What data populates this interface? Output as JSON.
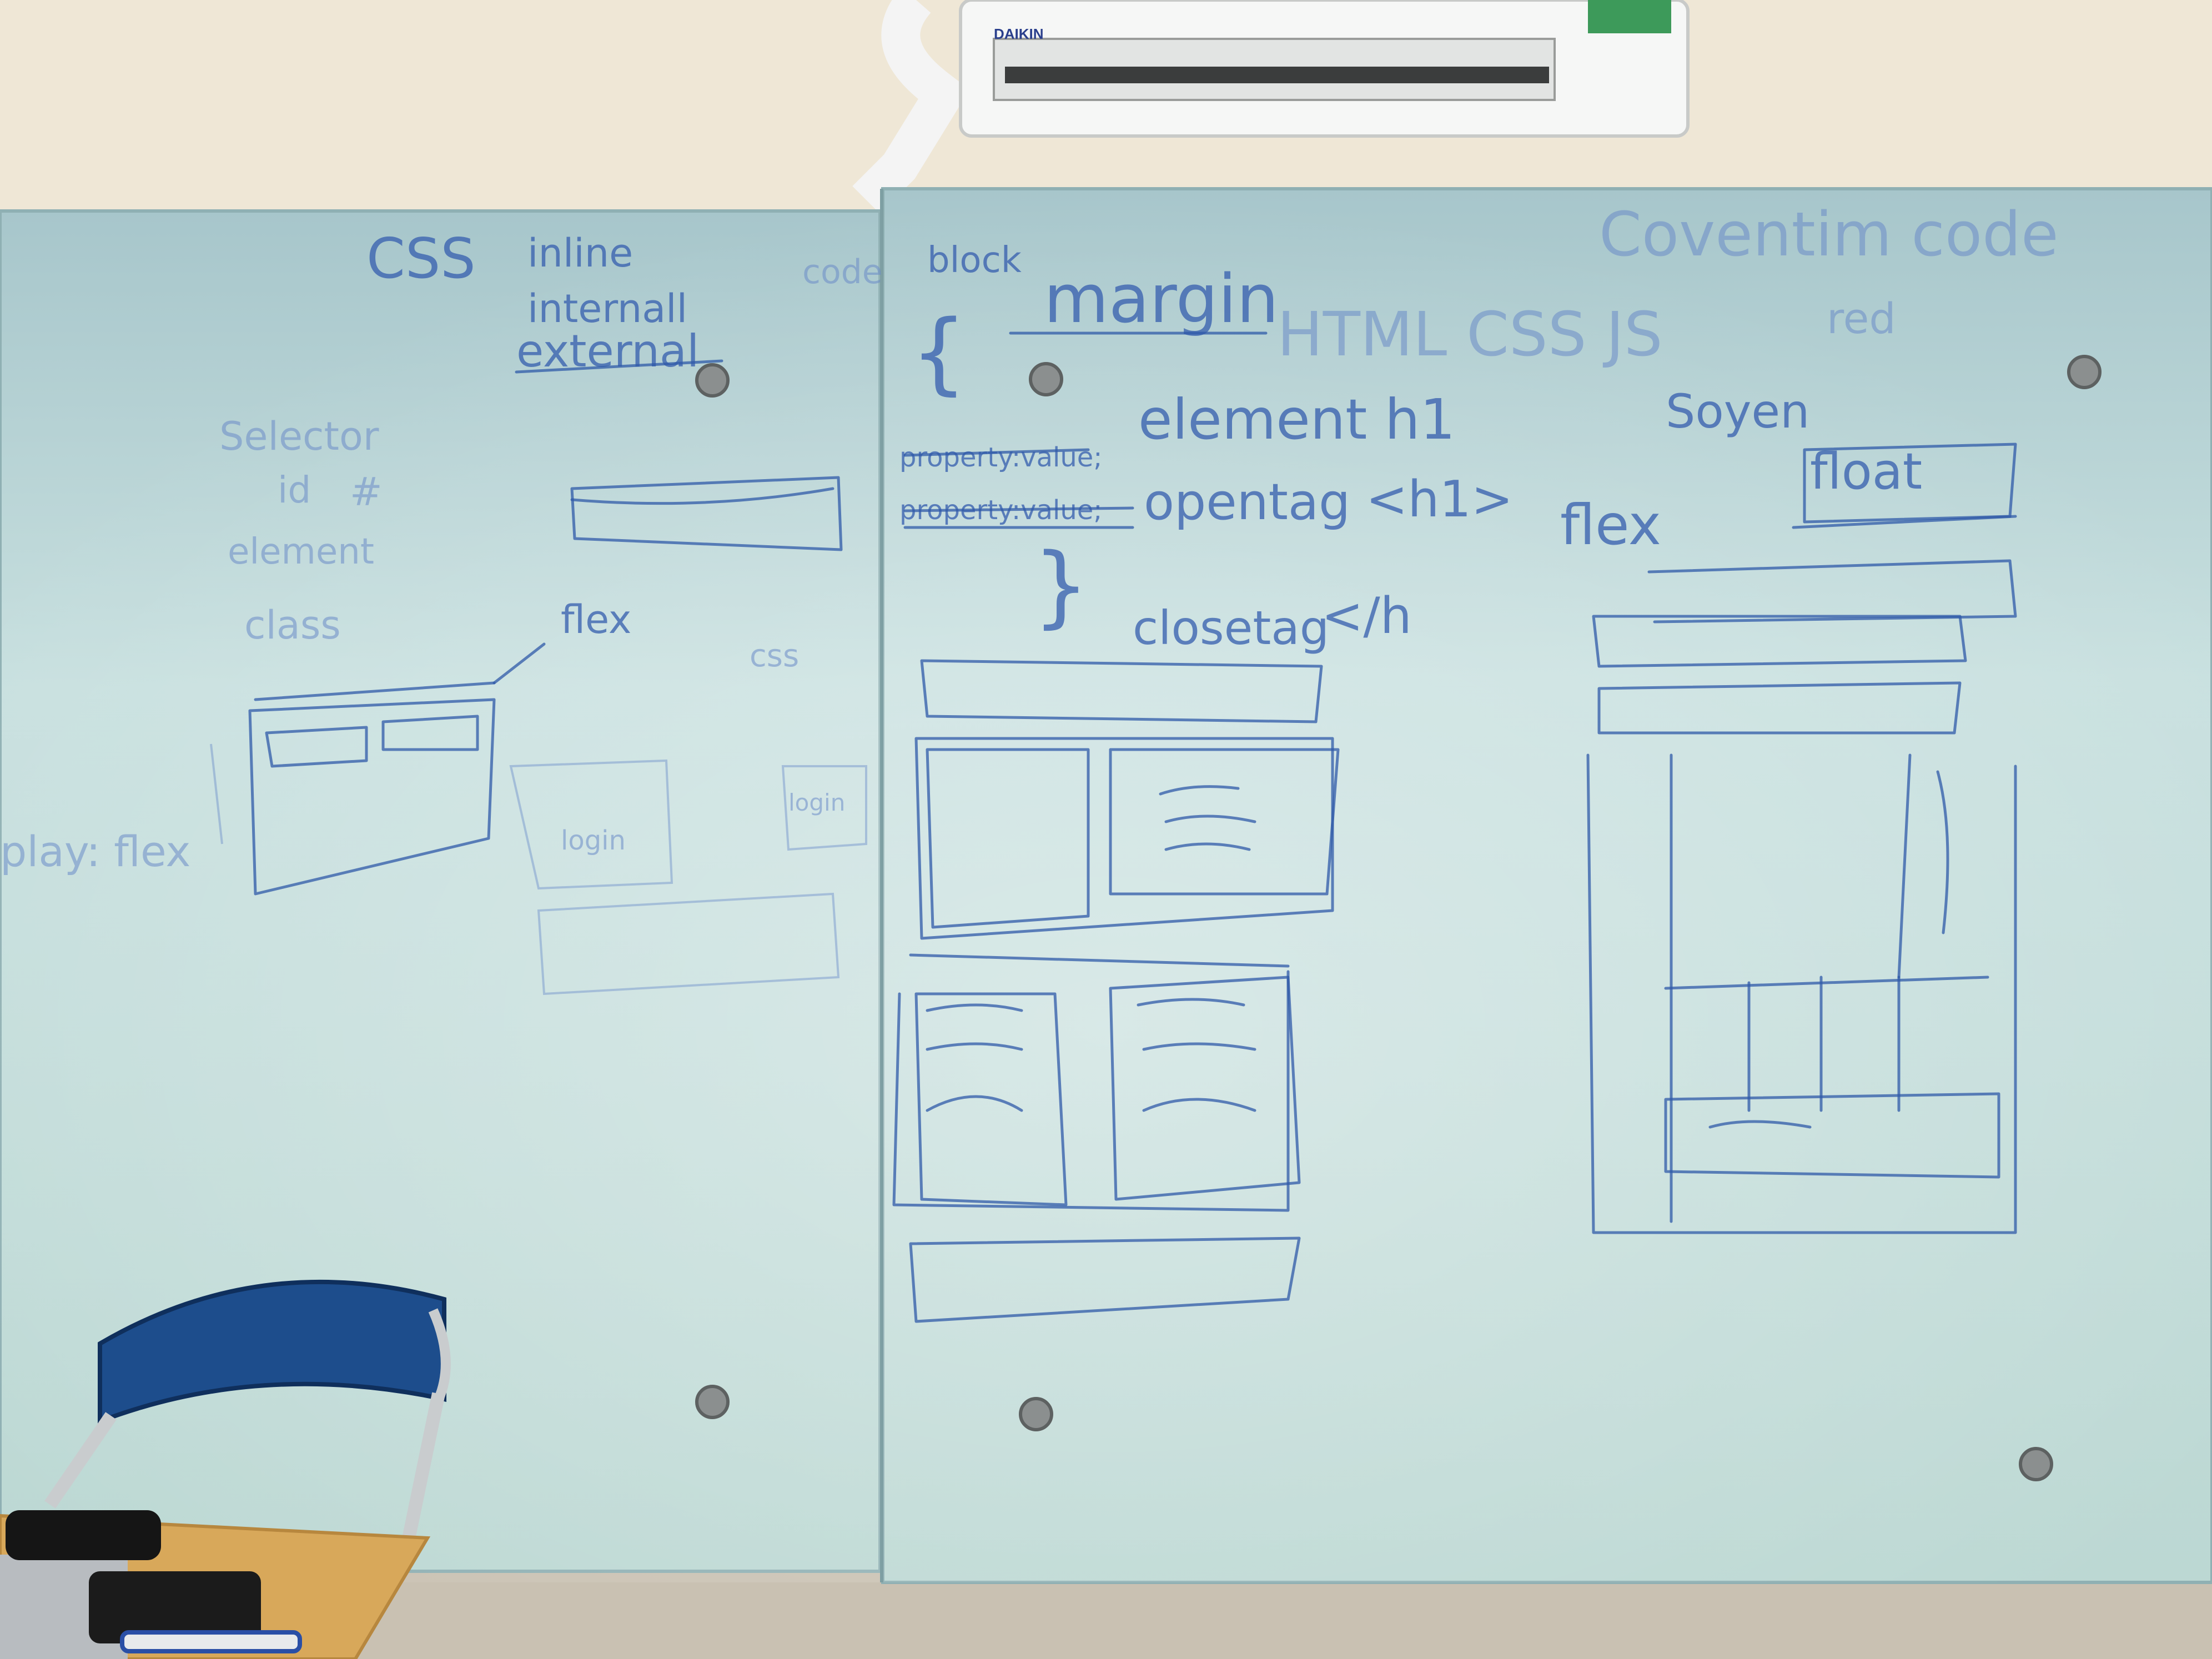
{
  "scene": {
    "ac_brand": "DAIKIN"
  },
  "whiteboard": {
    "left_panel": {
      "css_heading": "CSS",
      "inline": "inline",
      "internal": "internall",
      "external": "external",
      "code": "code",
      "selector": "Selector",
      "id": "id",
      "hash": "#",
      "element": "element",
      "class": "class",
      "flex": "flex",
      "css_small": "css",
      "display_flex": "play: flex",
      "login_a": "login",
      "login_b": "login"
    },
    "middle_panel": {
      "block": "block",
      "margin": "margin",
      "langs": "HTML CSS JS",
      "red": "red",
      "brace_open": "{",
      "element_h1": "element h1",
      "property_value_1": "property:value;",
      "property_value_2": "property:value;",
      "opentag": "opentag",
      "h1_tag": "<h1>",
      "brace_close": "}",
      "closetag": "closetag",
      "close_h1": "</h"
    },
    "right_panel": {
      "convention": "Coventim code",
      "soyen": "Soyen",
      "flex": "flex",
      "float": "float"
    }
  },
  "colors": {
    "wall": "#efe7d6",
    "board_top": "#a9c8cd",
    "board_bottom": "#c6dfda",
    "marker": "#2f5aa8",
    "chair": "#1d4d8c",
    "desk": "#d8a85a"
  }
}
